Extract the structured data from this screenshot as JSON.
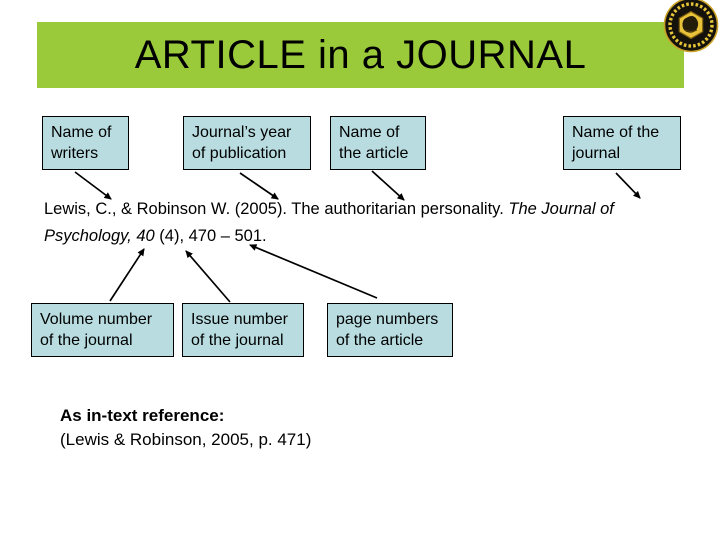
{
  "header": {
    "title": "ARTICLE in a JOURNAL"
  },
  "colors": {
    "header_bg": "#9AC93A",
    "box_bg": "#B8DCE0",
    "box_border": "#000000"
  },
  "boxes": {
    "top": [
      {
        "lines": [
          "Name of",
          "writers"
        ]
      },
      {
        "lines": [
          "Journal’s year",
          "of publication"
        ]
      },
      {
        "lines": [
          "Name of",
          "the article"
        ]
      },
      {
        "lines": [
          "Name of the",
          "journal"
        ]
      }
    ],
    "bottom": [
      {
        "lines": [
          "Volume number",
          "of the journal"
        ]
      },
      {
        "lines": [
          "Issue number",
          "of the journal"
        ]
      },
      {
        "lines": [
          "page numbers",
          "of the article"
        ]
      }
    ]
  },
  "citation": {
    "line1_regular": "Lewis, C., & Robinson W. (2005). The authoritarian personality. ",
    "line1_italic": "The Journal of",
    "line2_italic": "Psychology, 40",
    "line2_regular": " (4), 470 – 501."
  },
  "intext": {
    "heading": "As in-text reference:",
    "example": "(Lewis & Robinson, 2005, p. 471)"
  },
  "icons": {
    "logo": "university-seal-logo"
  }
}
